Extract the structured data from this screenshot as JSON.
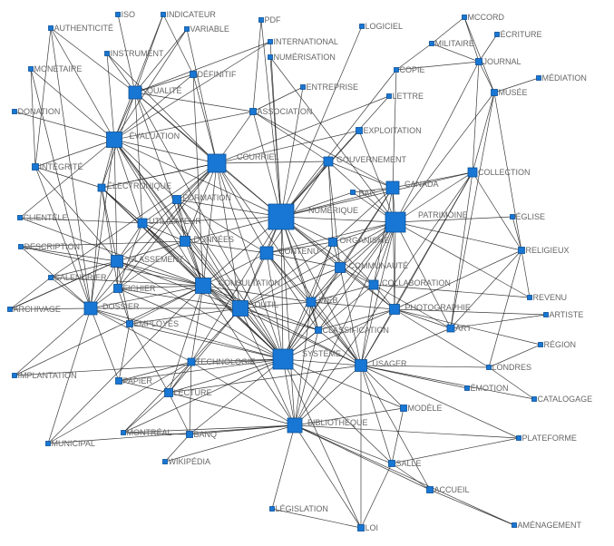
{
  "colors": {
    "node": "#1877d4",
    "node_border": "#0a4f96",
    "edge": "#1a1a1a",
    "label": "#666666",
    "background": "#ffffff"
  },
  "nodes": [
    {
      "id": "iso",
      "label": "ISO"
    },
    {
      "id": "indicateur",
      "label": "INDICATEUR"
    },
    {
      "id": "pdf",
      "label": "PDF"
    },
    {
      "id": "mccord",
      "label": "MCCORD"
    },
    {
      "id": "authenticite",
      "label": "AUTHENTICITÉ"
    },
    {
      "id": "variable",
      "label": "VARIABLE"
    },
    {
      "id": "logiciel",
      "label": "LOGICIEL"
    },
    {
      "id": "ecriture",
      "label": "ÉCRITURE"
    },
    {
      "id": "international",
      "label": "INTERNATIONAL"
    },
    {
      "id": "militaire",
      "label": "MILITAIRE"
    },
    {
      "id": "instrument",
      "label": "INSTRUMENT"
    },
    {
      "id": "numerisation",
      "label": "NUMÉRISATION"
    },
    {
      "id": "journal",
      "label": "JOURNAL"
    },
    {
      "id": "monetaire",
      "label": "MONÉTAIRE"
    },
    {
      "id": "definitif",
      "label": "DÉFINITIF"
    },
    {
      "id": "copie",
      "label": "COPIE"
    },
    {
      "id": "mediation",
      "label": "MÉDIATION"
    },
    {
      "id": "qualite",
      "label": "QUALITÉ"
    },
    {
      "id": "entreprise",
      "label": "ENTREPRISE"
    },
    {
      "id": "musee",
      "label": "MUSÉE"
    },
    {
      "id": "lettre",
      "label": "LETTRE"
    },
    {
      "id": "donation",
      "label": "DONATION"
    },
    {
      "id": "association",
      "label": "ASSOCIATION"
    },
    {
      "id": "exploitation",
      "label": "EXPLOITATION"
    },
    {
      "id": "evaluation",
      "label": "ÉVALUATION"
    },
    {
      "id": "courriel",
      "label": "COURRIEL"
    },
    {
      "id": "gouvernement",
      "label": "GOUVERNEMENT"
    },
    {
      "id": "integrite",
      "label": "INTÉGRITÉ"
    },
    {
      "id": "collection",
      "label": "COLLECTION"
    },
    {
      "id": "electronique",
      "label": "ÉLECTRONIQUE"
    },
    {
      "id": "canada",
      "label": "CANADA"
    },
    {
      "id": "formation",
      "label": "FORMATION"
    },
    {
      "id": "bac",
      "label": "BAC"
    },
    {
      "id": "numerique",
      "label": "NUMÉRIQUE"
    },
    {
      "id": "clientele",
      "label": "CLIENTÈLE"
    },
    {
      "id": "utilisateur",
      "label": "UTILISATEUR"
    },
    {
      "id": "patrimoine",
      "label": "PATRIMOINE"
    },
    {
      "id": "eglise",
      "label": "ÉGLISE"
    },
    {
      "id": "description",
      "label": "DESCRIPTION"
    },
    {
      "id": "donnees",
      "label": "DONNÉES"
    },
    {
      "id": "organisme",
      "label": "ORGANISME"
    },
    {
      "id": "contenu",
      "label": "CONTENU"
    },
    {
      "id": "religieux",
      "label": "RELIGIEUX"
    },
    {
      "id": "classement",
      "label": "CLASSEMENT"
    },
    {
      "id": "communaute",
      "label": "COMMUNAUTÉ"
    },
    {
      "id": "calendrier",
      "label": "CALENDRIER"
    },
    {
      "id": "fichier",
      "label": "FICHIER"
    },
    {
      "id": "consultation",
      "label": "CONSULTATION"
    },
    {
      "id": "collaboration",
      "label": "COLLABORATION"
    },
    {
      "id": "revenu",
      "label": "REVENU"
    },
    {
      "id": "archivage",
      "label": "ARCHIVAGE"
    },
    {
      "id": "dossier",
      "label": "DOSSIER"
    },
    {
      "id": "outil",
      "label": "OUTIL"
    },
    {
      "id": "web",
      "label": "WEB"
    },
    {
      "id": "photographie",
      "label": "PHOTOGRAPHIE"
    },
    {
      "id": "artiste",
      "label": "ARTISTE"
    },
    {
      "id": "employes",
      "label": "EMPLOYÉS"
    },
    {
      "id": "classification",
      "label": "CLASSIFICATION"
    },
    {
      "id": "art",
      "label": "ART"
    },
    {
      "id": "region",
      "label": "RÉGION"
    },
    {
      "id": "systeme",
      "label": "SYSTÈME"
    },
    {
      "id": "technologie",
      "label": "TECHNOLOGIE"
    },
    {
      "id": "usager",
      "label": "USAGER"
    },
    {
      "id": "londres",
      "label": "LONDRES"
    },
    {
      "id": "implantation",
      "label": "IMPLANTATION"
    },
    {
      "id": "papier",
      "label": "PAPIER"
    },
    {
      "id": "lecture",
      "label": "LECTURE"
    },
    {
      "id": "emotion",
      "label": "ÉMOTION"
    },
    {
      "id": "catalogage",
      "label": "CATALOGAGE"
    },
    {
      "id": "modele",
      "label": "MODÈLE"
    },
    {
      "id": "bibliotheque",
      "label": "BIBLIOTHÈQUE"
    },
    {
      "id": "montreal",
      "label": "MONTRÉAL"
    },
    {
      "id": "banq",
      "label": "BANQ"
    },
    {
      "id": "plateforme",
      "label": "PLATEFORME"
    },
    {
      "id": "municipal",
      "label": "MUNICIPAL"
    },
    {
      "id": "wikipedia",
      "label": "WIKIPÉDIA"
    },
    {
      "id": "salle",
      "label": "SALLE"
    },
    {
      "id": "accueil",
      "label": "ACCUEIL"
    },
    {
      "id": "legislation",
      "label": "LÉGISLATION"
    },
    {
      "id": "amenagement",
      "label": "AMÉNAGEMENT"
    },
    {
      "id": "loi",
      "label": "LOI"
    }
  ]
}
